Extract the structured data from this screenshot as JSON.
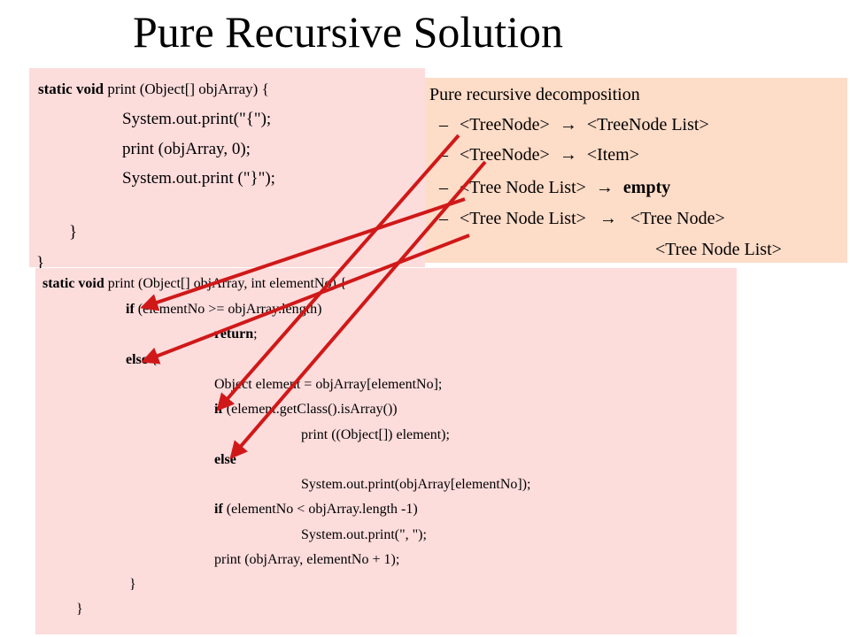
{
  "title": "Pure Recursive Solution",
  "print1": {
    "sig_kw": "static void",
    "sig_rest": " print (Object[] objArray) {",
    "line1": "System.out.print(\"{\");",
    "line2": "print (objArray, 0);",
    "line3": "System.out.print (\"}\");",
    "close1": "}",
    "close2": "}"
  },
  "print2": {
    "sig_kw": "static void",
    "sig_rest": " print (Object[] objArray, int elementNo) {",
    "if_kw": "if",
    "if_rest": " (elementNo >= objArray.length)",
    "return_kw": "return",
    "return_rest": ";",
    "else_kw": "else",
    "else_rest": " {",
    "elem_decl": "Object element = objArray[elementNo];",
    "if2_kw": "if",
    "if2_rest": " (element.getClass().isArray())",
    "print_cast": "print ((Object[]) element);",
    "else2_kw": "else",
    "sys_print_elem": "System.out.print(objArray[elementNo]);",
    "if3_kw": "if",
    "if3_rest": " (elementNo  < objArray.length -1)",
    "sys_print_comma": "System.out.print(\", \");",
    "recur_call": "print (objArray, elementNo + 1);",
    "close_inner": "}",
    "close_outer": "}"
  },
  "decomposition": {
    "heading": "Pure recursive decomposition",
    "dash": "–",
    "arrow": "→",
    "rules": [
      {
        "lhs": "<TreeNode>",
        "rhs": "<TreeNode  List>"
      },
      {
        "lhs": "<TreeNode>",
        "rhs": "<Item>"
      },
      {
        "lhs": "<Tree Node List>",
        "rhs": "empty"
      },
      {
        "lhs": "<Tree Node List>",
        "rhs": "<Tree Node>"
      }
    ],
    "continuation": "<Tree Node List>"
  },
  "colors": {
    "box_pink": "#fddcdc",
    "box_peach": "#fddcc8",
    "arrow_red": "#d01818"
  }
}
